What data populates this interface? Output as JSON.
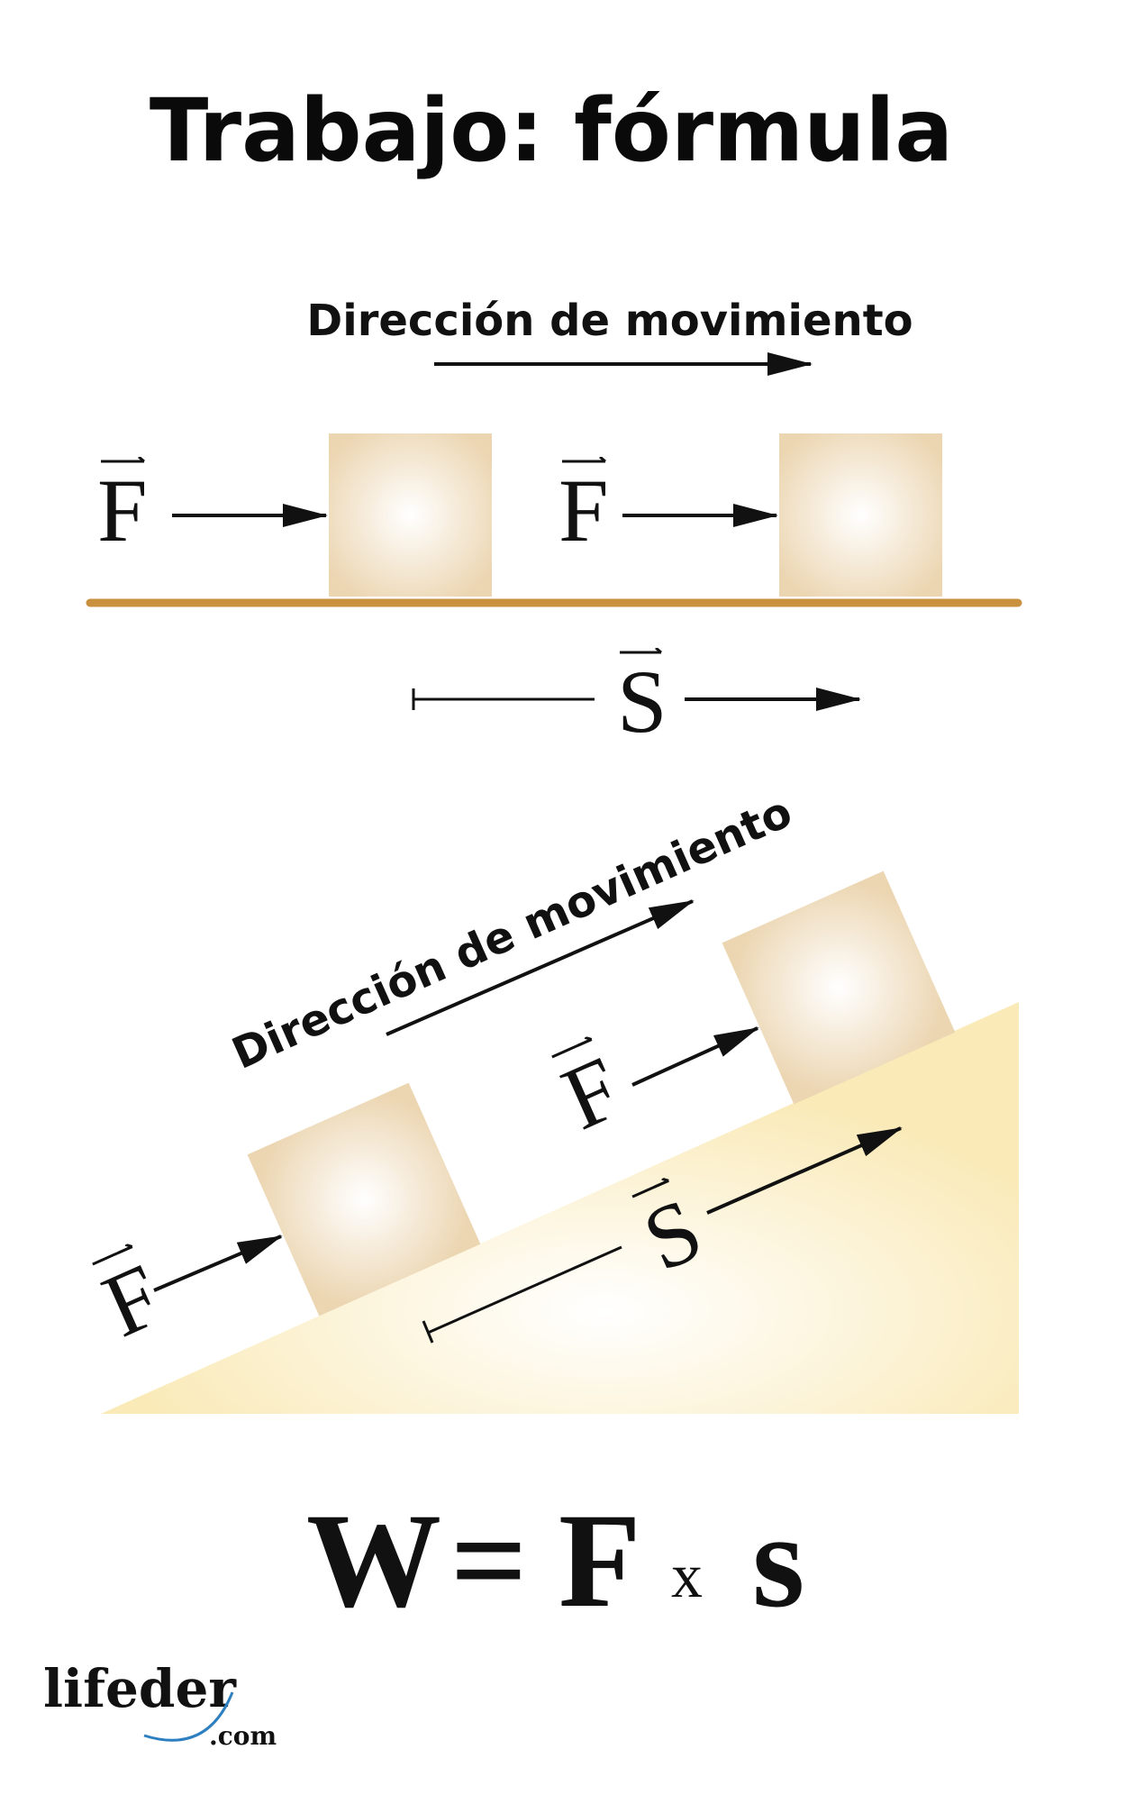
{
  "title": "Trabajo: fórmula",
  "horizontal_scene": {
    "direction_label": "Dirección de movimiento",
    "force_label": "F",
    "displacement_label": "S"
  },
  "incline_scene": {
    "direction_label": "Dirección de movimiento",
    "force_label": "F",
    "displacement_label": "S"
  },
  "formula": {
    "w": "W",
    "eq": "=",
    "f": "F",
    "times": "x",
    "s": "s"
  },
  "logo": {
    "name": "lifeder",
    "suffix": ".com"
  },
  "colors": {
    "ground": "#c8903f",
    "box": "#f1dfc0",
    "incline": "#fbe9b5",
    "logo_swoosh": "#2d7fc0"
  }
}
